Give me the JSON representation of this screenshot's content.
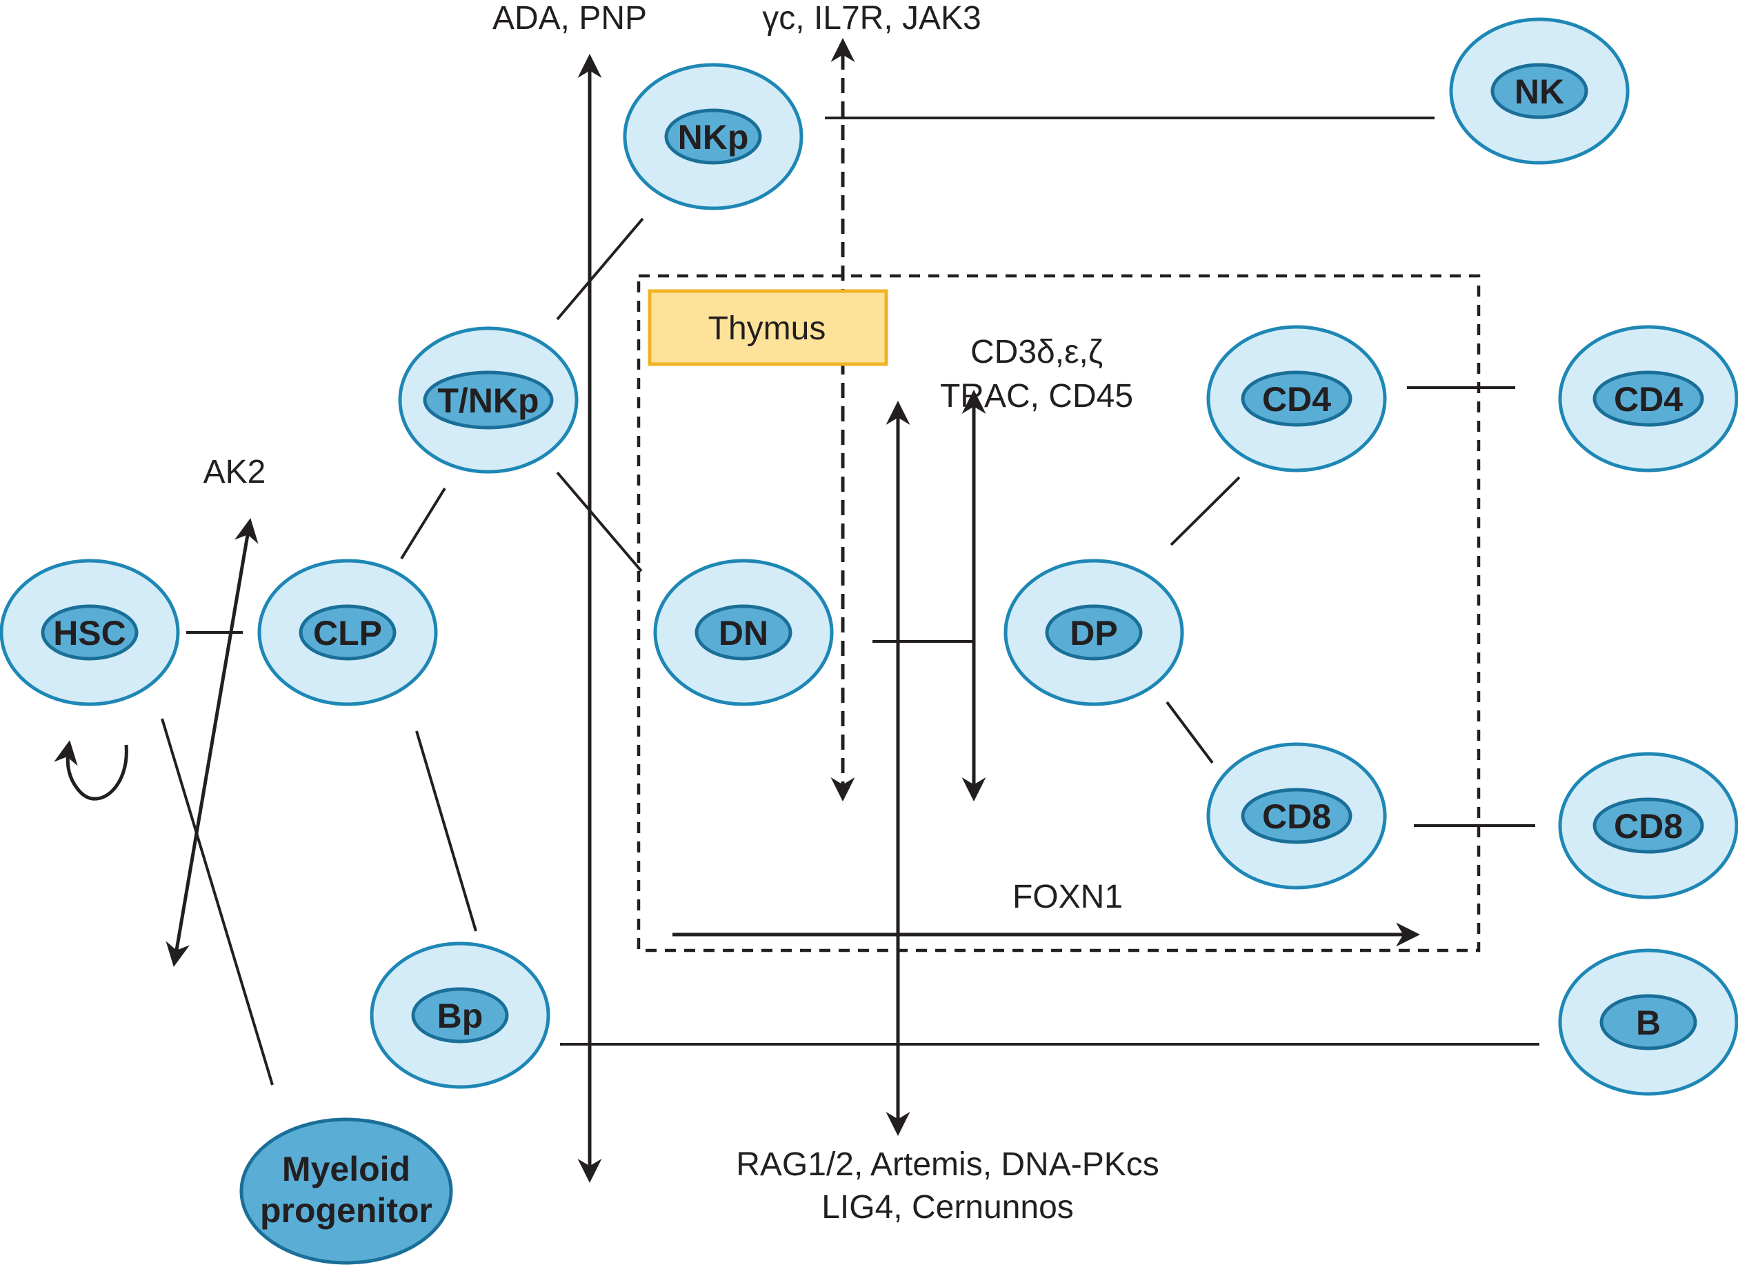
{
  "cells": {
    "hsc": "HSC",
    "clp": "CLP",
    "tnkp": "T/NKp",
    "nkp": "NKp",
    "nk": "NK",
    "bp": "Bp",
    "b": "B",
    "dn": "DN",
    "dp": "DP",
    "cd4_thymus": "CD4",
    "cd4_periphery": "CD4",
    "cd8_thymus": "CD8",
    "cd8_periphery": "CD8",
    "myeloid_line1": "Myeloid",
    "myeloid_line2": "progenitor"
  },
  "thymus": {
    "label": "Thymus"
  },
  "genes": {
    "ada_pnp": "ADA, PNP",
    "gamma_c": "γc, IL7R, JAK3",
    "ak2": "AK2",
    "cd3_line1": "CD3δ,ε,ζ",
    "cd3_line2": "TRAC, CD45",
    "foxn1": "FOXN1",
    "rag_line1": "RAG1/2, Artemis, DNA-PKcs",
    "rag_line2": "LIG4, Cernunnos"
  },
  "colors": {
    "cell_outer_fill": "#d4ecf7",
    "cell_outer_stroke": "#1e87b5",
    "cell_inner_fill": "#5aaed6",
    "thymus_box_fill": "#fde39a",
    "thymus_box_stroke": "#f0b323",
    "line": "#231f20"
  }
}
